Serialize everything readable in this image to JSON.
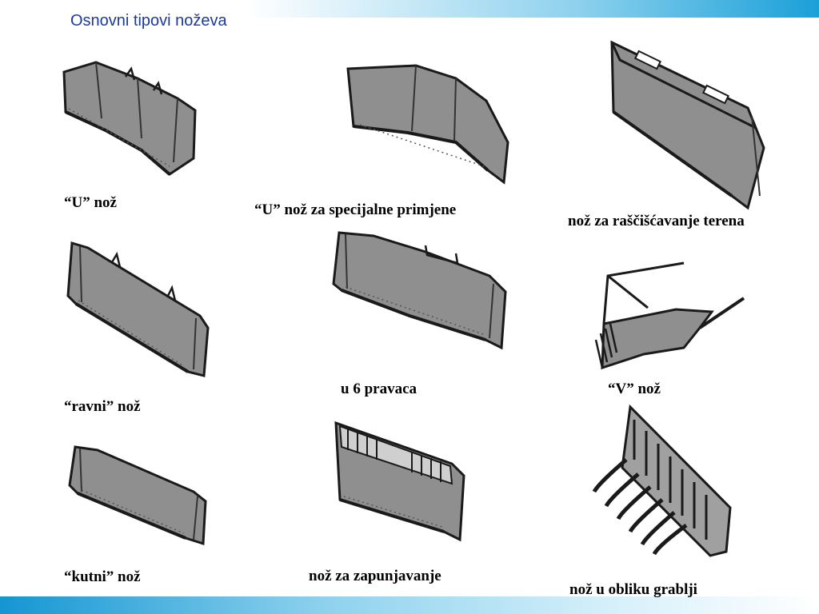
{
  "slide": {
    "title": "Osnovni tipovi noževa"
  },
  "colors": {
    "title_text": "#1c3a9c",
    "bar_accent": "#1aa0d8",
    "blade_fill": "#8a8a8a",
    "blade_stroke": "#1a1a1a"
  },
  "blades": [
    {
      "id": "u-blade",
      "label": "“U” nož",
      "icon": "u-blade-icon"
    },
    {
      "id": "u-special",
      "label": "“U” nož za specijalne primjene",
      "icon": "u-special-blade-icon"
    },
    {
      "id": "clearing",
      "label": "nož za raščišćavanje terena",
      "icon": "clearing-blade-icon"
    },
    {
      "id": "straight",
      "label": "“ravni” nož",
      "icon": "straight-blade-icon"
    },
    {
      "id": "six-way",
      "label": "u 6 pravaca",
      "icon": "six-way-blade-icon"
    },
    {
      "id": "v-blade",
      "label": "“V” nož",
      "icon": "v-blade-icon"
    },
    {
      "id": "angle",
      "label": "“kutni” nož",
      "icon": "angle-blade-icon"
    },
    {
      "id": "backfill",
      "label": "nož za zapunjavanje",
      "icon": "backfill-blade-icon"
    },
    {
      "id": "rake",
      "label": "nož u obliku grablji",
      "icon": "rake-blade-icon"
    }
  ]
}
